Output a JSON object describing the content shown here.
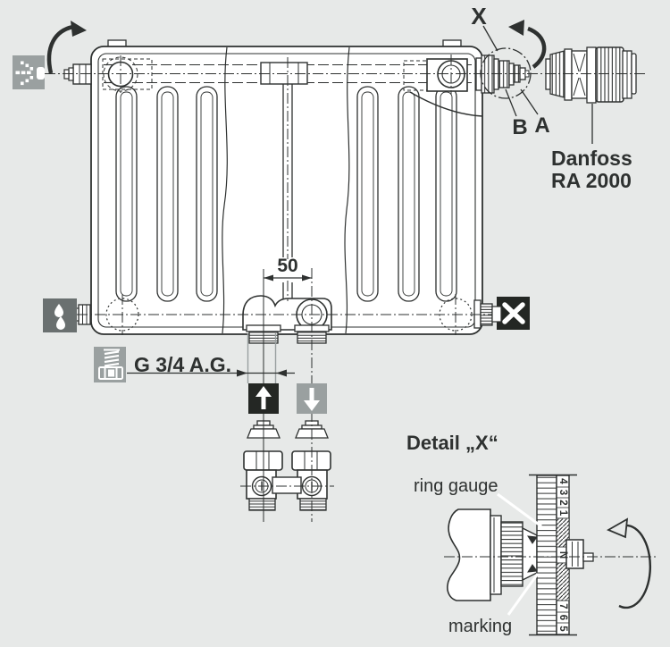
{
  "colors": {
    "background": "#e7e9e8",
    "line": "#2e3130",
    "icon_gray": "#9aa0a0",
    "icon_dark_gray": "#6a7070",
    "icon_black": "#242724"
  },
  "callouts": {
    "detail_marker": "X",
    "point_b": "B",
    "point_a": "A"
  },
  "brand": {
    "name": "Danfoss",
    "model": "RA 2000"
  },
  "dimensions": {
    "pipe_spacing_mm": "50",
    "thread_label": "G 3/4 A.G."
  },
  "icons": {
    "air_vent": "dotted-spray-to-outlet",
    "water_drops": "two-drops",
    "thread": "spring-and-union-nut",
    "closed_port": "white-x-on-black",
    "flow": "up-arrow-on-black",
    "return": "down-arrow-on-gray"
  },
  "detail_view": {
    "title": "Detail „X“",
    "ring_gauge_label": "ring gauge",
    "marking_label": "marking",
    "scale": {
      "upper": [
        "4",
        "3",
        "2",
        "1"
      ],
      "center": "N",
      "lower": [
        "7",
        "6",
        "5"
      ]
    }
  }
}
